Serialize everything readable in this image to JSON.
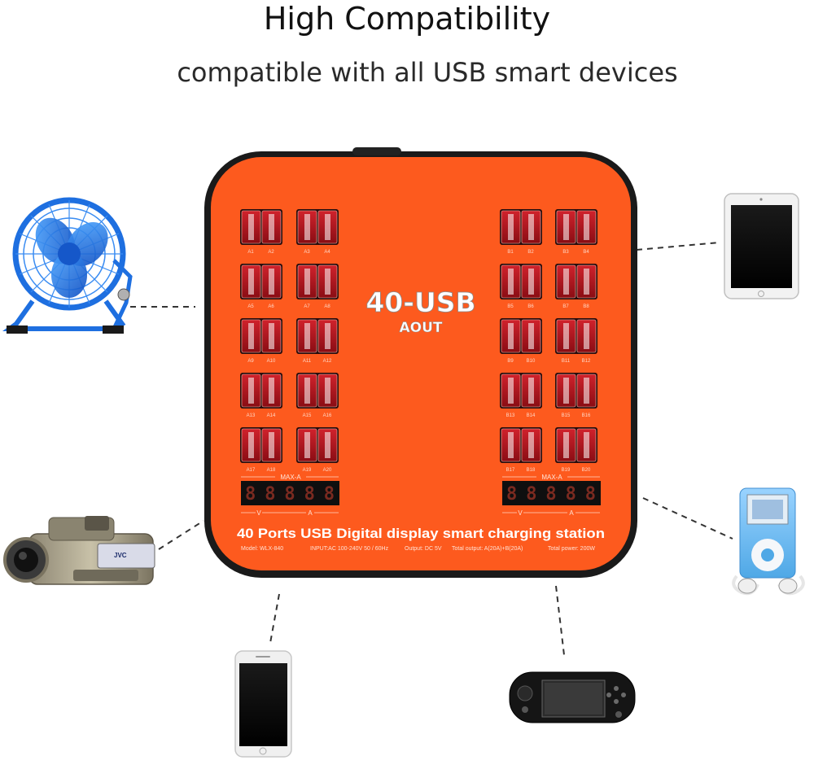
{
  "header": {
    "title": "High Compatibility",
    "subtitle": "compatible with all USB smart devices"
  },
  "hub": {
    "main_label": "40-USB",
    "sub_label": "AOUT",
    "max_label_left": "MAX-A",
    "max_label_right": "MAX-A",
    "display_left": "88888",
    "display_right": "88888",
    "v_label_left": "V",
    "a_label_left": "A",
    "v_label_right": "V",
    "a_label_right": "A",
    "product_title": "40 Ports USB Digital display smart charging station",
    "spec_model": "Model: WLX-840",
    "spec_input": "INPUT:AC 100-240V 50 / 60Hz",
    "spec_output": "Output: DC 5V",
    "spec_total_output": "Total output: A(20A)+B(20A)",
    "spec_power": "Total power: 200W",
    "port_labels": {
      "A1": "A1",
      "A2": "A2",
      "A3": "A3",
      "A4": "A4",
      "A5": "A5",
      "A6": "A6",
      "A7": "A7",
      "A8": "A8",
      "A9": "A9",
      "A10": "A10",
      "A11": "A11",
      "A12": "A12",
      "A13": "A13",
      "A14": "A14",
      "A15": "A15",
      "A16": "A16",
      "A17": "A17",
      "A18": "A18",
      "A19": "A19",
      "A20": "A20",
      "B1": "B1",
      "B2": "B2",
      "B3": "B3",
      "B4": "B4",
      "B5": "B5",
      "B6": "B6",
      "B7": "B7",
      "B8": "B8",
      "B9": "B9",
      "B10": "B10",
      "B11": "B11",
      "B12": "B12",
      "B13": "B13",
      "B14": "B14",
      "B15": "B15",
      "B16": "B16",
      "B17": "B17",
      "B18": "B18",
      "B19": "B19",
      "B20": "B20"
    }
  },
  "devices": {
    "camcorder_brand": "JVC"
  },
  "colors": {
    "hub_orange": "#fd5a1e",
    "hub_frame": "#1a1a1a",
    "port_red": "#b3121c",
    "fan_blue": "#1e6fe0"
  }
}
